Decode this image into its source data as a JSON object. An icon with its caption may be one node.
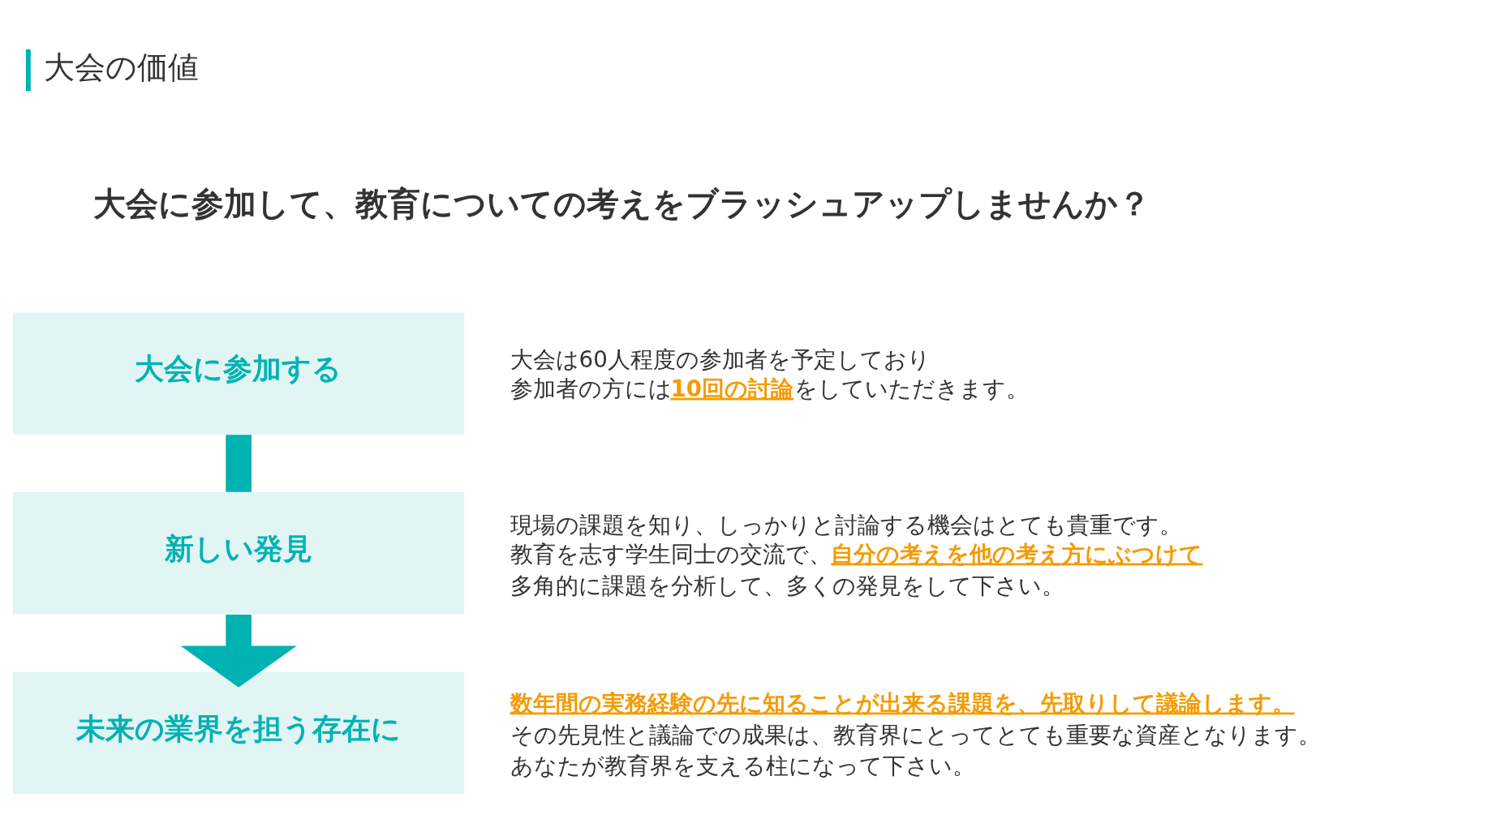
{
  "diagram": {
    "title": "大会の価値",
    "nodes": [
      {
        "text": [
          "大会に参加する"
        ],
        "beside": [
          "大会は60人程度の参加者を予定しており",
          "参加者の方には**10回の討論**をしていただきます。"
        ]
      },
      {
        "text": [
          "新しい発見"
        ],
        "beside": [
          "現場の課題を知り、しっかりと討論する機会はとても貴重です。",
          "教育を志す学生同士の交流で、**自分の考えを他の考え方にぶつけて**",
          "多角的に課題を分析して、多くの発見をして下さい。"
        ]
      },
      {
        "text": [
          "未来の業界を担う存在に"
        ],
        "beside": [
          "数年間の実務経験の先に知ることが出来る課題を、先取りして議論します。",
          "その先見性と議論での成果は、教育界にとってとても重要な資産となります。",
          "あなたが教育界を支える柱になって下さい。"
        ]
      }
    ],
    "edges": [
      {
        "from": 0,
        "to": 1,
        "arrow": "none"
      },
      {
        "from": 1,
        "to": 2,
        "arrow": "to"
      }
    ],
    "labels": [
      "大会に参加して、教育についての考えをブラッシュアップしませんか？"
    ]
  }
}
